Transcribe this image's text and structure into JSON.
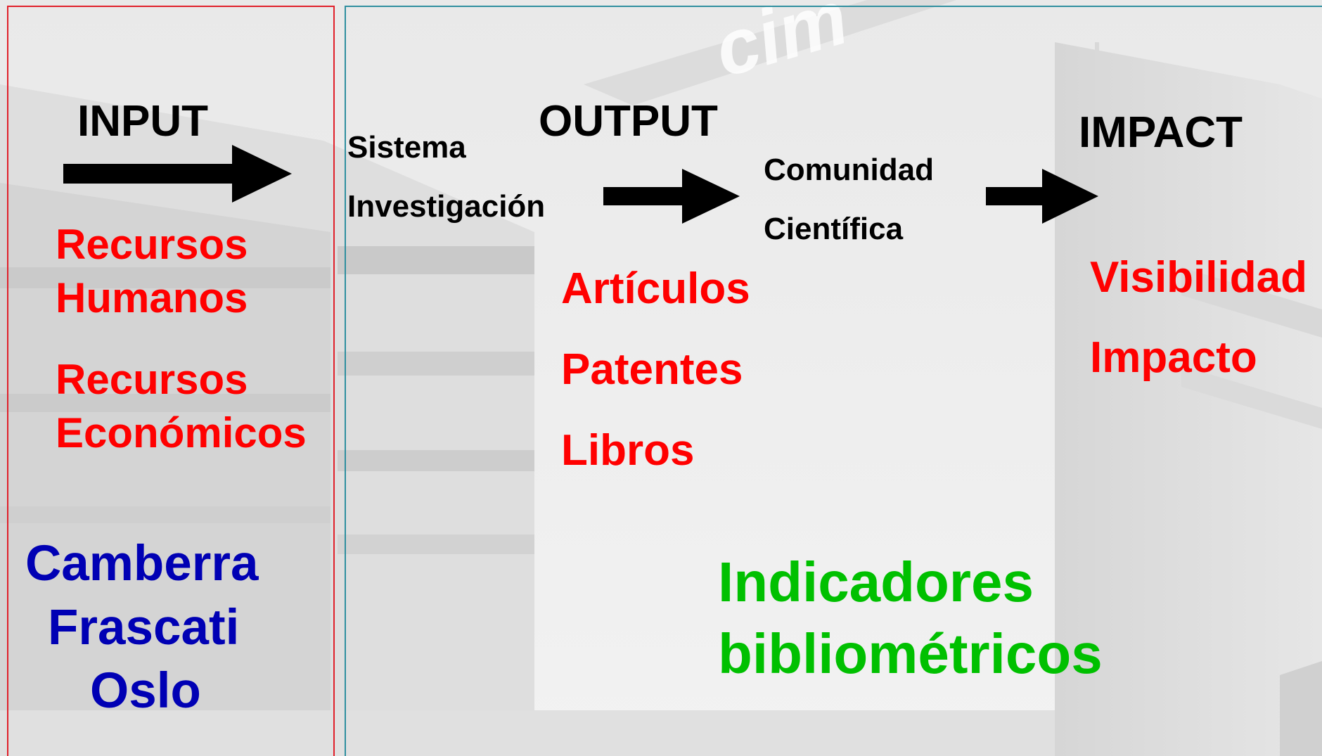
{
  "colors": {
    "label": "#000000",
    "indicator": "#ff0000",
    "manual": "#0000b4",
    "biblio": "#00c000",
    "input_border": "#e0202a",
    "main_border": "#2f8f9f"
  },
  "stages": {
    "input": "INPUT",
    "output": "OUTPUT",
    "impact": "IMPACT"
  },
  "nodes": {
    "sistema_line1": "Sistema",
    "sistema_line2": "Investigación",
    "comunidad_line1": "Comunidad",
    "comunidad_line2": "Científica"
  },
  "input_items": {
    "rec_humanos_line1": "Recursos",
    "rec_humanos_line2": "Humanos",
    "rec_economicos_line1": "Recursos",
    "rec_economicos_line2": "Económicos"
  },
  "manuals": [
    "Camberra",
    "Frascati",
    "Oslo"
  ],
  "output_items": [
    "Artículos",
    "Patentes",
    "Libros"
  ],
  "impact_items": [
    "Visibilidad",
    "Impacto"
  ],
  "bibliometric": {
    "line1": "Indicadores",
    "line2": "bibliométricos"
  },
  "background_logo_text": "cim"
}
